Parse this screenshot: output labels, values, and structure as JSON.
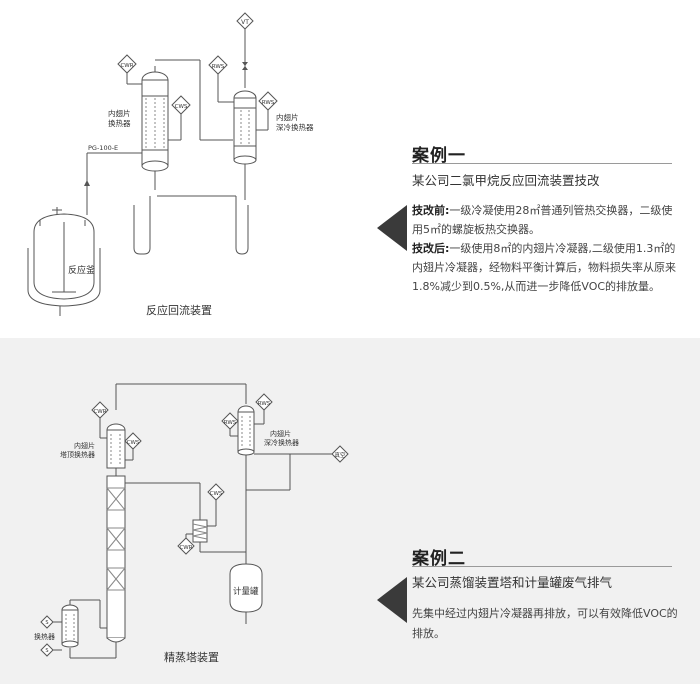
{
  "case1": {
    "title": "案例一",
    "subtitle": "某公司二氯甲烷反应回流装置技改",
    "before_label": "技改前:",
    "before_text": "一级冷凝使用28㎡普通列管热交换器，二级使用5㎡的螺旋板热交换器。",
    "after_label": "技改后:",
    "after_text": "一级使用8㎡的内翅片冷凝器,二级使用1.3㎡的内翅片冷凝器，经物料平衡计算后，物料损失率从原来1.8%减少到0.5%,从而进一步降低VOC的排放量。",
    "diagram_caption": "反应回流装置",
    "labels": {
      "vt": "VT",
      "cwr": "CWR",
      "cws": "CWS",
      "rws": "RWS",
      "rws2": "RWS",
      "hx1": [
        "内翅片",
        "换热器"
      ],
      "hx2": [
        "内翅片",
        "深冷换热器"
      ],
      "pg": "PG-100-E",
      "reactor": "反应釜"
    }
  },
  "case2": {
    "title": "案例二",
    "subtitle": "某公司蒸馏装置塔和计量罐废气排气",
    "body": "先集中经过内翅片冷凝器再排放，可以有效降低VOC的排放。",
    "diagram_caption": "精蒸塔装置",
    "labels": {
      "cwr": "CWR",
      "cws": "CWS",
      "rws": "RWS",
      "rws2": "RWS",
      "cws2": "CWS",
      "cwr2": "CWR",
      "vacuum": "真空",
      "hx_top": [
        "内翅片",
        "塔顶换热器"
      ],
      "hx_deep": [
        "内翅片",
        "深冷换热器"
      ],
      "reboiler": "换热器",
      "tank": "计量罐",
      "small1": "S",
      "small2": "S"
    }
  },
  "colors": {
    "line": "#555555",
    "arrow": "#3a3a3a",
    "panel2_bg": "#f1f1f1"
  }
}
